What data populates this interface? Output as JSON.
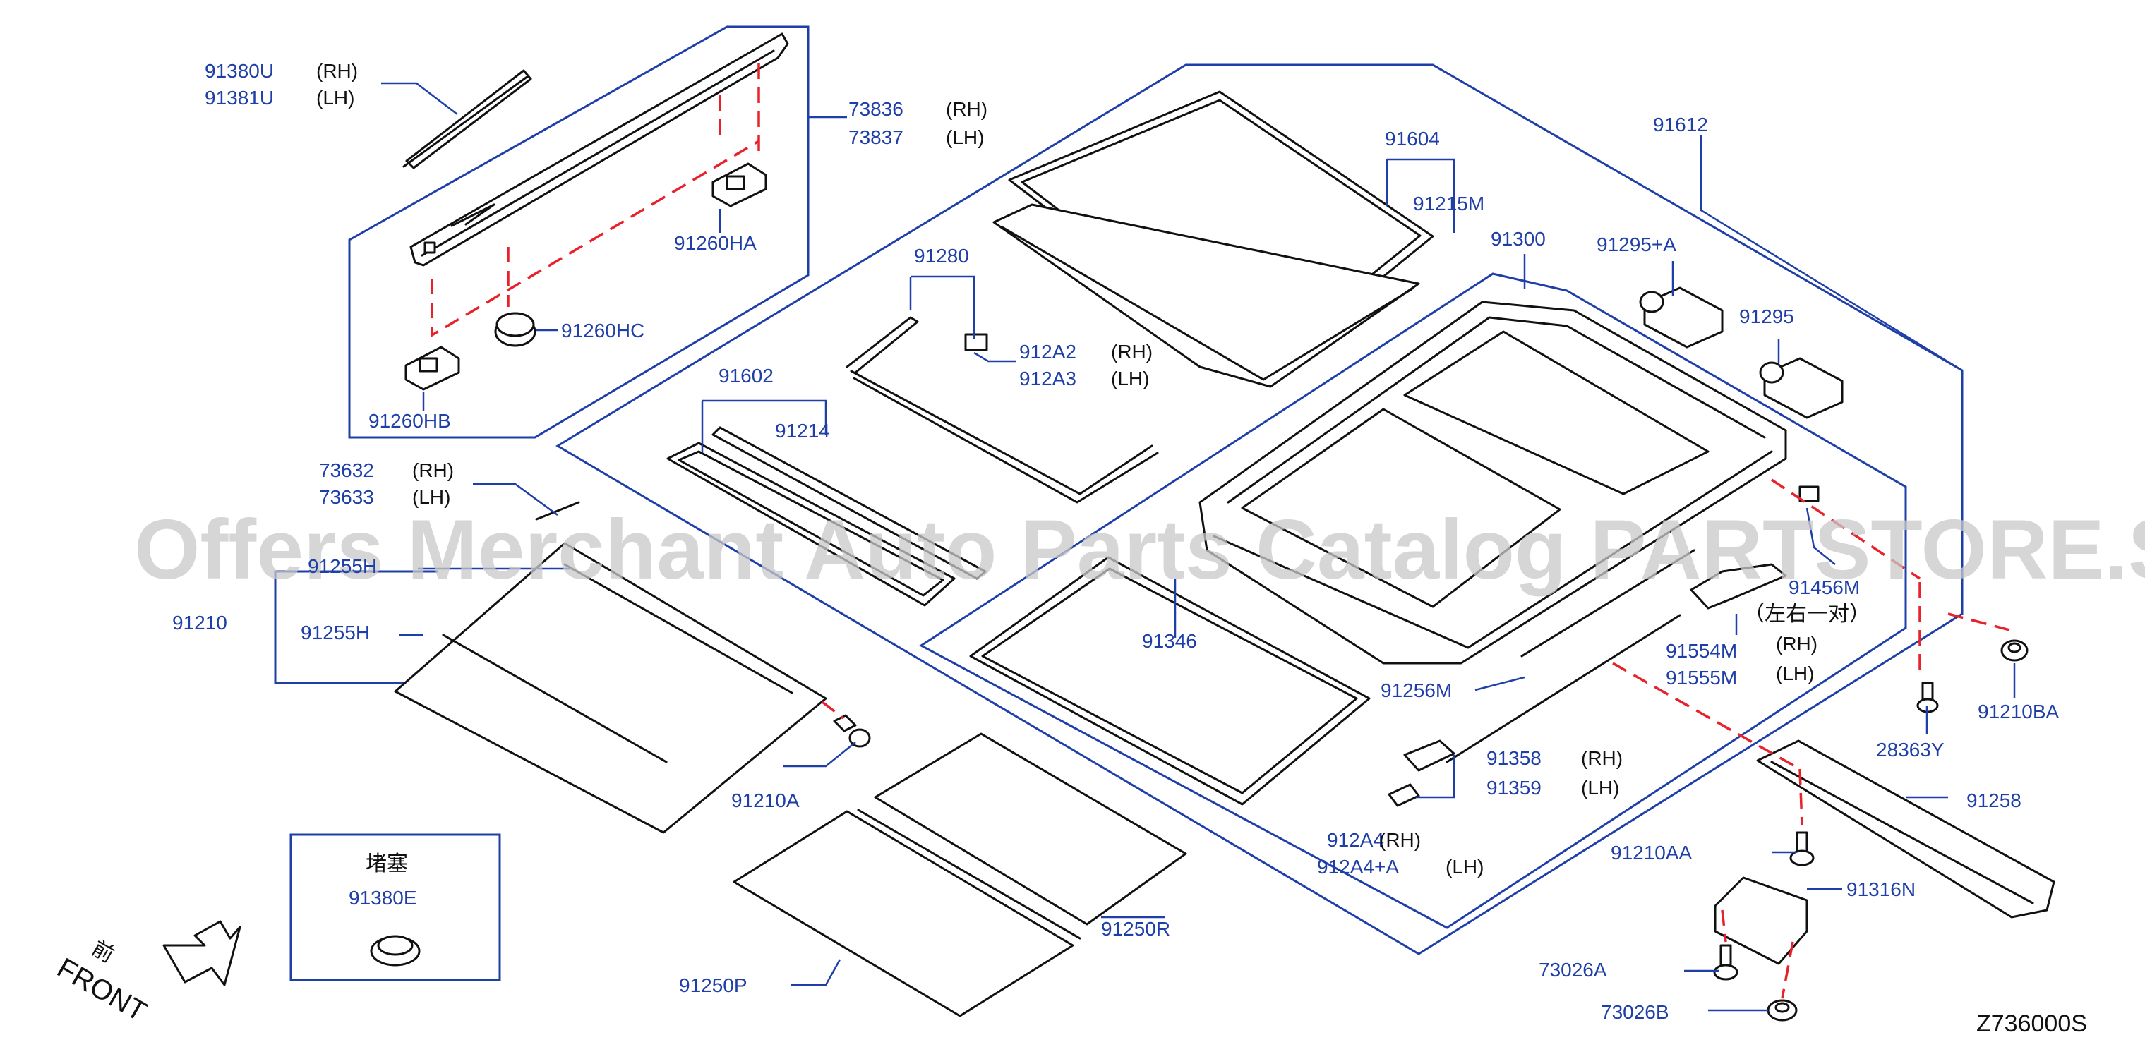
{
  "labels": {
    "p91380U": "91380U",
    "p91381U": "91381U",
    "p73836": "73836",
    "p73837": "73837",
    "p91260HA": "91260HA",
    "p91260HC": "91260HC",
    "p91260HB": "91260HB",
    "p91604": "91604",
    "p91215M": "91215M",
    "p91612": "91612",
    "p91280": "91280",
    "p912A2": "912A2",
    "p912A3": "912A3",
    "p91300": "91300",
    "p91295A": "91295+A",
    "p91295": "91295",
    "p91602": "91602",
    "p91214": "91214",
    "p73632": "73632",
    "p73633": "73633",
    "p91255H_a": "91255H",
    "p91255H_b": "91255H",
    "p91210": "91210",
    "p91346": "91346",
    "p91456M": "91456M",
    "p91554M": "91554M",
    "p91555M": "91555M",
    "p91256M": "91256M",
    "p28363Y": "28363Y",
    "p91210BA": "91210BA",
    "p91358": "91358",
    "p91359": "91359",
    "p91210A": "91210A",
    "p912A4": "912A4",
    "p912A4A": "912A4+A",
    "p91258": "91258",
    "p91210AA": "91210AA",
    "p91316N": "91316N",
    "p91380E": "91380E",
    "p91250R": "91250R",
    "p91250P": "91250P",
    "p73026A": "73026A",
    "p73026B": "73026B"
  },
  "sides": {
    "rh": "(RH)",
    "lh": "(LH)"
  },
  "texts": {
    "watermark": "Offers Merchant Auto Parts Catalog PARTSTORE.SA",
    "pair_note": "（左右一对）",
    "plug_caption": "堵塞",
    "front_cn": "前",
    "front_en": "FRONT",
    "figure_code": "Z736000S"
  },
  "colors": {
    "part_number": "#1f3fa8",
    "group_outline": "#1f3fa8",
    "dashed_leader": "#e8222a",
    "line_art": "#111111"
  }
}
